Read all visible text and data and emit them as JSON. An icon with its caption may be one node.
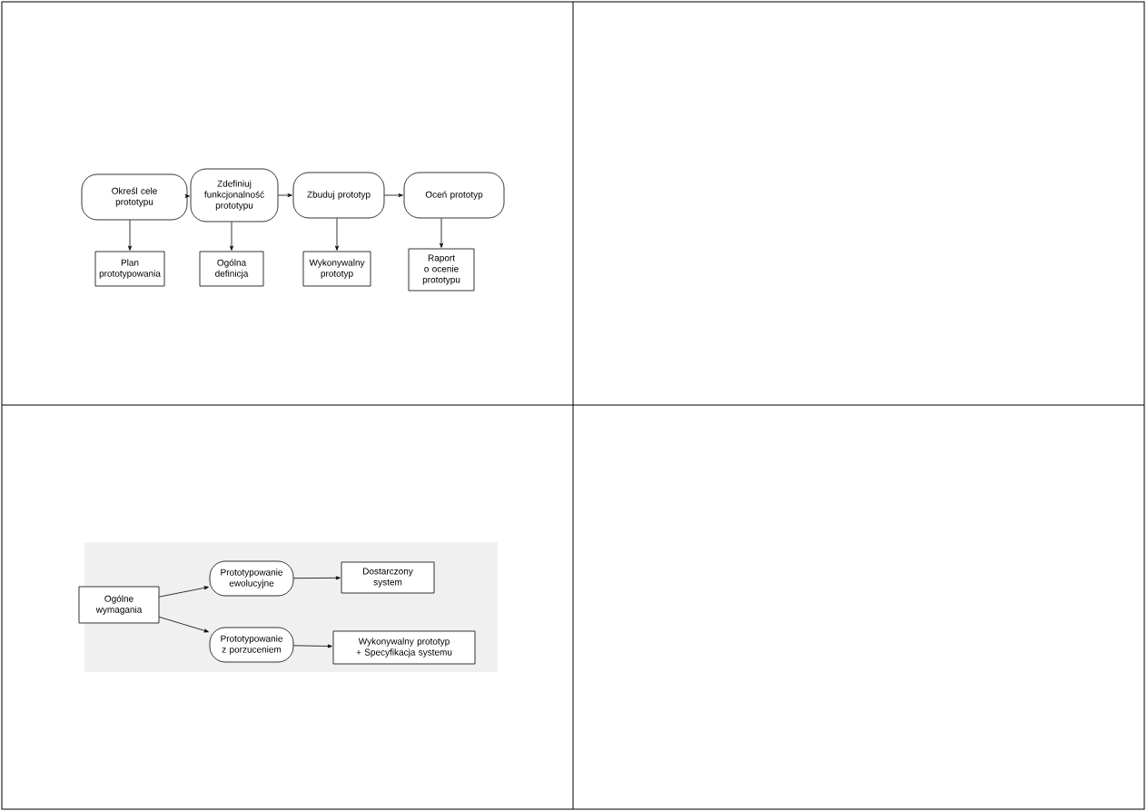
{
  "diagram": {
    "nodes": [
      {
        "text": [
          "Określ cele prototypu"
        ]
      },
      {
        "text": [
          "Zdefiniuj funkcjonalność prototypu"
        ]
      },
      {
        "text": [
          "Zbuduj prototyp"
        ]
      },
      {
        "text": [
          "Oceń prototyp"
        ]
      },
      {
        "text": [
          "Plan prototypowania"
        ]
      },
      {
        "text": [
          "Ogólna definicja"
        ]
      },
      {
        "text": [
          "Wykonywalny prototyp"
        ]
      },
      {
        "text": [
          "Raport o ocenie prototypu"
        ]
      },
      {
        "text": [
          "Ogólne wymagania"
        ]
      },
      {
        "text": [
          "Prototypowanie ewolucyjne"
        ]
      },
      {
        "text": [
          "Dostarczony system"
        ]
      },
      {
        "text": [
          "Prototypowanie z porzuceniem"
        ]
      },
      {
        "text": [
          "Wykonywalny prototyp + Specyfikacja systemu"
        ]
      }
    ],
    "edges": [
      {
        "from": 0,
        "to": 1,
        "arrow": "to"
      },
      {
        "from": 1,
        "to": 2,
        "arrow": "to"
      },
      {
        "from": 2,
        "to": 3,
        "arrow": "to"
      },
      {
        "from": 0,
        "to": 4,
        "arrow": "to"
      },
      {
        "from": 1,
        "to": 5,
        "arrow": "to"
      },
      {
        "from": 2,
        "to": 6,
        "arrow": "to"
      },
      {
        "from": 3,
        "to": 7,
        "arrow": "to"
      },
      {
        "from": 8,
        "to": 9,
        "arrow": "to"
      },
      {
        "from": 8,
        "to": 11,
        "arrow": "to"
      },
      {
        "from": 9,
        "to": 10,
        "arrow": "to"
      },
      {
        "from": 11,
        "to": 12,
        "arrow": "to"
      }
    ]
  }
}
